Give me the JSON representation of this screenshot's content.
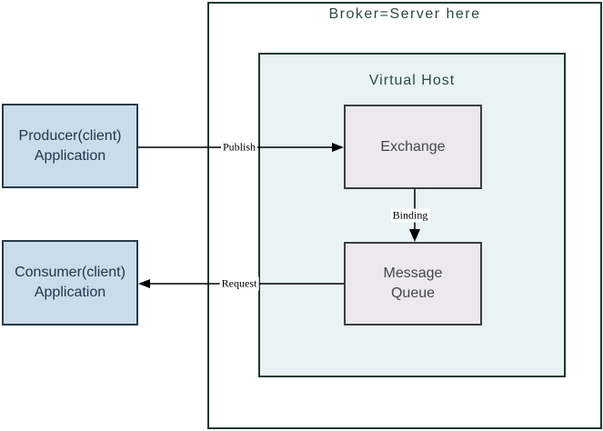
{
  "broker": {
    "title": "Broker=Server here"
  },
  "virtual_host": {
    "title": "Virtual Host"
  },
  "nodes": {
    "producer": {
      "label": "Producer(client)\nApplication"
    },
    "consumer": {
      "label": "Consumer(client)\nApplication"
    },
    "exchange": {
      "label": "Exchange"
    },
    "message_queue": {
      "label": "Message\nQueue"
    }
  },
  "arrows": {
    "publish": {
      "label": "Publish",
      "from": "producer",
      "to": "exchange"
    },
    "binding": {
      "label": "Binding",
      "from": "exchange",
      "to": "message_queue"
    },
    "request": {
      "label": "Request",
      "from": "message_queue",
      "to": "consumer"
    }
  },
  "colors": {
    "broker_border": "#1f3a2e",
    "virtual_host_fill": "#e9f2f4",
    "title_text": "#2d4a3e",
    "client_fill": "#c9dcea",
    "client_border": "#28394a",
    "client_text": "#23364a",
    "amqp_fill": "#ece8ef",
    "amqp_border": "#3d3d44",
    "amqp_text": "#44454f",
    "arrow": "#000000",
    "background": "#ffffff"
  }
}
